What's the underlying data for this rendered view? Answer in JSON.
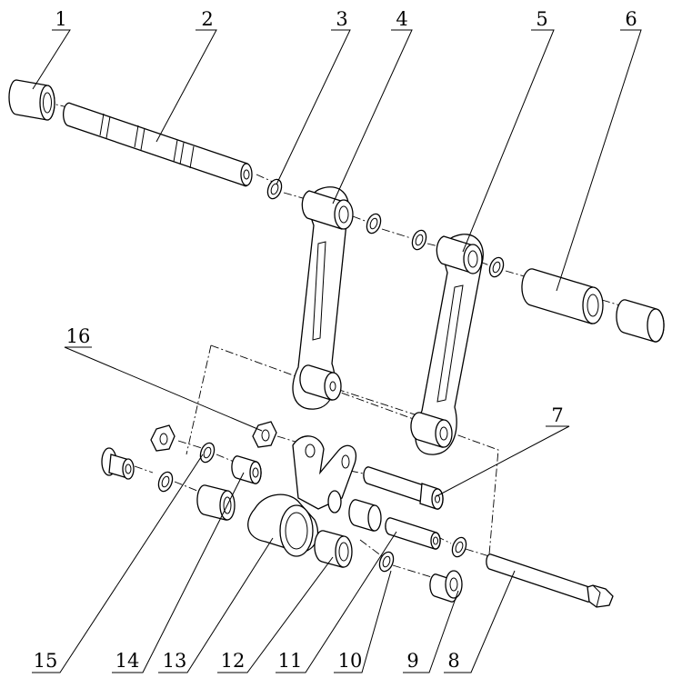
{
  "figure": {
    "kind": "exploded assembly drawing",
    "background_color": "#ffffff",
    "line_color": "#000000"
  },
  "callouts": [
    {
      "number": "1"
    },
    {
      "number": "2"
    },
    {
      "number": "3"
    },
    {
      "number": "4"
    },
    {
      "number": "5"
    },
    {
      "number": "6"
    },
    {
      "number": "7"
    },
    {
      "number": "8"
    },
    {
      "number": "9"
    },
    {
      "number": "10"
    },
    {
      "number": "11"
    },
    {
      "number": "12"
    },
    {
      "number": "13"
    },
    {
      "number": "14"
    },
    {
      "number": "15"
    },
    {
      "number": "16"
    }
  ]
}
